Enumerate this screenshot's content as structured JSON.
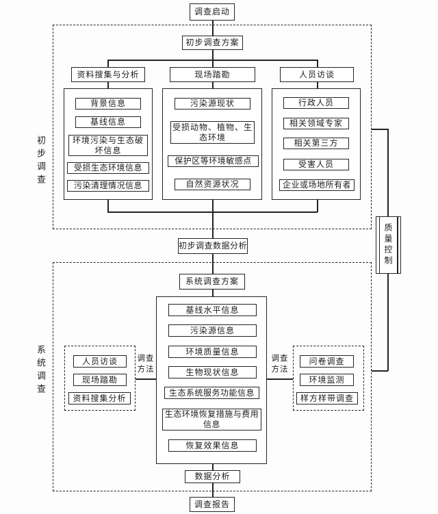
{
  "flow": {
    "start": "调查启动",
    "preliminary_plan": "初步调查方案",
    "preliminary_data_analysis": "初步调查数据分析",
    "system_plan": "系统调查方案",
    "data_analysis": "数据分析",
    "report": "调查报告"
  },
  "phase_labels": {
    "preliminary": "初步调查",
    "system": "系统调查"
  },
  "quality_control": "质量控制",
  "preliminary": {
    "branches": [
      {
        "header": "资料搜集与分析",
        "items": [
          "背景信息",
          "基线信息",
          "环境污染与生态破坏信息",
          "受损生态环境信息",
          "污染清理情况信息"
        ]
      },
      {
        "header": "现场踏勘",
        "items": [
          "污染源现状",
          "受损动物、植物、生态环境",
          "保护区等环境敏感点",
          "自然资源状况"
        ]
      },
      {
        "header": "人员访谈",
        "items": [
          "行政人员",
          "相关领域专家",
          "相关第三方",
          "受害人员",
          "企业或场地所有者"
        ]
      }
    ]
  },
  "system": {
    "center_items": [
      "基线水平信息",
      "污染源信息",
      "环境质量信息",
      "生物现状信息",
      "生态系统服务功能信息",
      "生态环境恢复措施与费用信息",
      "恢复效果信息"
    ],
    "left_method_label": "调查方法",
    "right_method_label": "调查方法",
    "left_methods": [
      "人员访谈",
      "现场踏勘",
      "资料搜集分析"
    ],
    "right_methods": [
      "问卷调查",
      "环境监测",
      "样方样带调查"
    ]
  },
  "colors": {
    "line": "#222222",
    "background": "#fdfdfd"
  }
}
